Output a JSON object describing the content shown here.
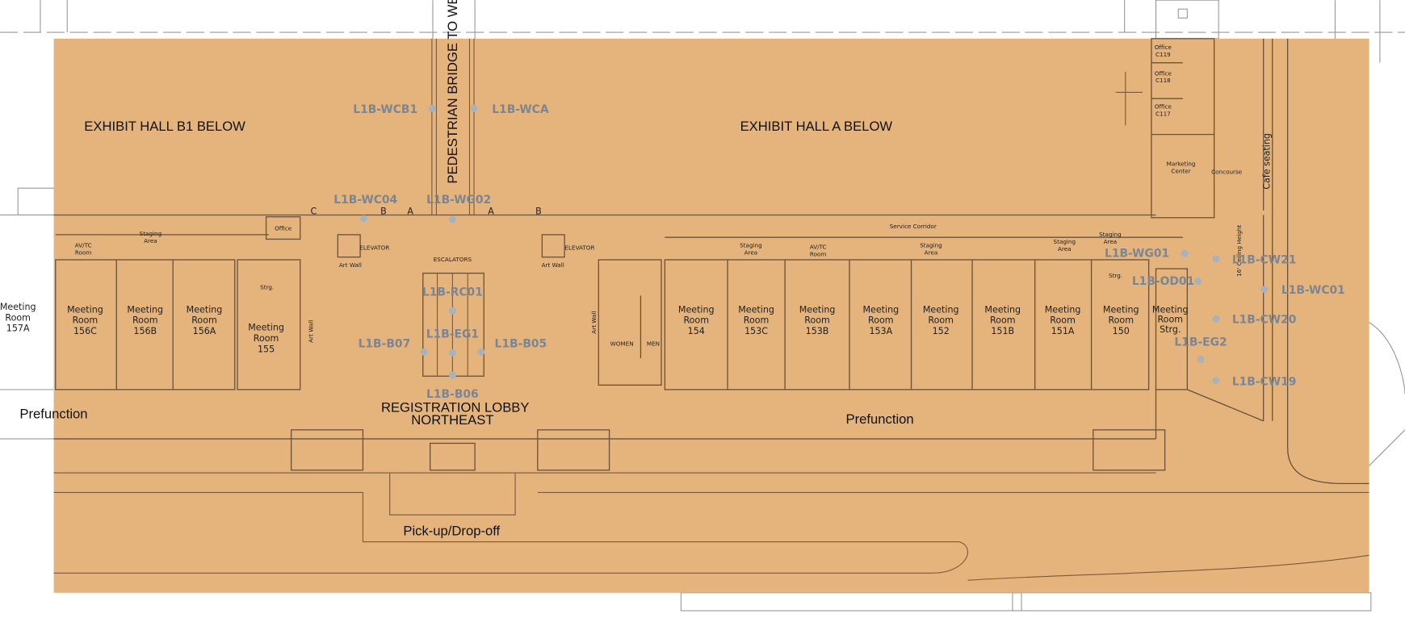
{
  "map": {
    "overlay_color": "#e4b47c",
    "marker_color": "#a8b2bc",
    "marker_label_color": "#7b8594",
    "areas": {
      "exhibit_b1": "EXHIBIT HALL B1 BELOW",
      "exhibit_a": "EXHIBIT HALL A BELOW",
      "bridge": "PEDESTRIAN BRIDGE TO WEST SIDE",
      "prefunction_west": "Prefunction",
      "prefunction_east": "Prefunction",
      "pickup": "Pick-up/Drop-off",
      "lobby_1": "REGISTRATION LOBBY",
      "lobby_2": "NORTHEAST",
      "escalators": "ESCALATORS",
      "service_corridor": "Service Corridor",
      "concourse": "Concourse",
      "cafe": "Cafe seating",
      "ceiling": "16' Ceiling Height"
    },
    "rooms": [
      {
        "l1": "Meeting",
        "l2": "Room",
        "l3": "157A"
      },
      {
        "l1": "Meeting",
        "l2": "Room",
        "l3": "156C"
      },
      {
        "l1": "Meeting",
        "l2": "Room",
        "l3": "156B"
      },
      {
        "l1": "Meeting",
        "l2": "Room",
        "l3": "156A"
      },
      {
        "l1": "Meeting",
        "l2": "Room",
        "l3": "155"
      },
      {
        "l1": "Meeting",
        "l2": "Room",
        "l3": "154"
      },
      {
        "l1": "Meeting",
        "l2": "Room",
        "l3": "153C"
      },
      {
        "l1": "Meeting",
        "l2": "Room",
        "l3": "153B"
      },
      {
        "l1": "Meeting",
        "l2": "Room",
        "l3": "153A"
      },
      {
        "l1": "Meeting",
        "l2": "Room",
        "l3": "152"
      },
      {
        "l1": "Meeting",
        "l2": "Room",
        "l3": "151B"
      },
      {
        "l1": "Meeting",
        "l2": "Room",
        "l3": "151A"
      },
      {
        "l1": "Meeting",
        "l2": "Room",
        "l3": "150"
      },
      {
        "l1": "Meeting",
        "l2": "Room",
        "l3": "Strg."
      }
    ],
    "small_labels": {
      "avtc_1a": "AV/TC",
      "avtc_1b": "Room",
      "staging_1a": "Staging",
      "staging_1b": "Area",
      "office": "Office",
      "strg_1": "Strg.",
      "elevator_1": "ELEVATOR",
      "artwall_1": "Art Wall",
      "elevator_2": "ELEVATOR",
      "artwall_2": "Art Wall",
      "artwall_3": "Art Wall",
      "artwall_4": "Art Wall",
      "staging_2a": "Staging",
      "staging_2b": "Area",
      "avtc_2a": "AV/TC",
      "avtc_2b": "Room",
      "staging_3a": "Staging",
      "staging_3b": "Area",
      "staging_4a": "Staging",
      "staging_4b": "Area",
      "staging_5a": "Staging",
      "staging_5b": "Area",
      "strg_2": "Strg.",
      "women": "WOMEN",
      "men": "MEN",
      "office_c119a": "Office",
      "office_c119b": "C119",
      "office_c118a": "Office",
      "office_c118b": "C118",
      "office_c117a": "Office",
      "office_c117b": "C117",
      "marketing_a": "Marketing",
      "marketing_b": "Center",
      "col_c": "C",
      "col_b1": "B",
      "col_a1": "A",
      "col_a2": "A",
      "col_b2": "B"
    },
    "markers": [
      {
        "id": "L1B-WCB1"
      },
      {
        "id": "L1B-WCA"
      },
      {
        "id": "L1B-WC04"
      },
      {
        "id": "L1B-WG02"
      },
      {
        "id": "L1B-RC01"
      },
      {
        "id": "L1B-EG1"
      },
      {
        "id": "L1B-B07"
      },
      {
        "id": "L1B-B05"
      },
      {
        "id": "L1B-B06"
      },
      {
        "id": "L1B-WG01"
      },
      {
        "id": "L1B-CW21"
      },
      {
        "id": "L1B-OD01"
      },
      {
        "id": "L1B-WC01"
      },
      {
        "id": "L1B-CW20"
      },
      {
        "id": "L1B-EG2"
      },
      {
        "id": "L1B-CW19"
      }
    ]
  }
}
